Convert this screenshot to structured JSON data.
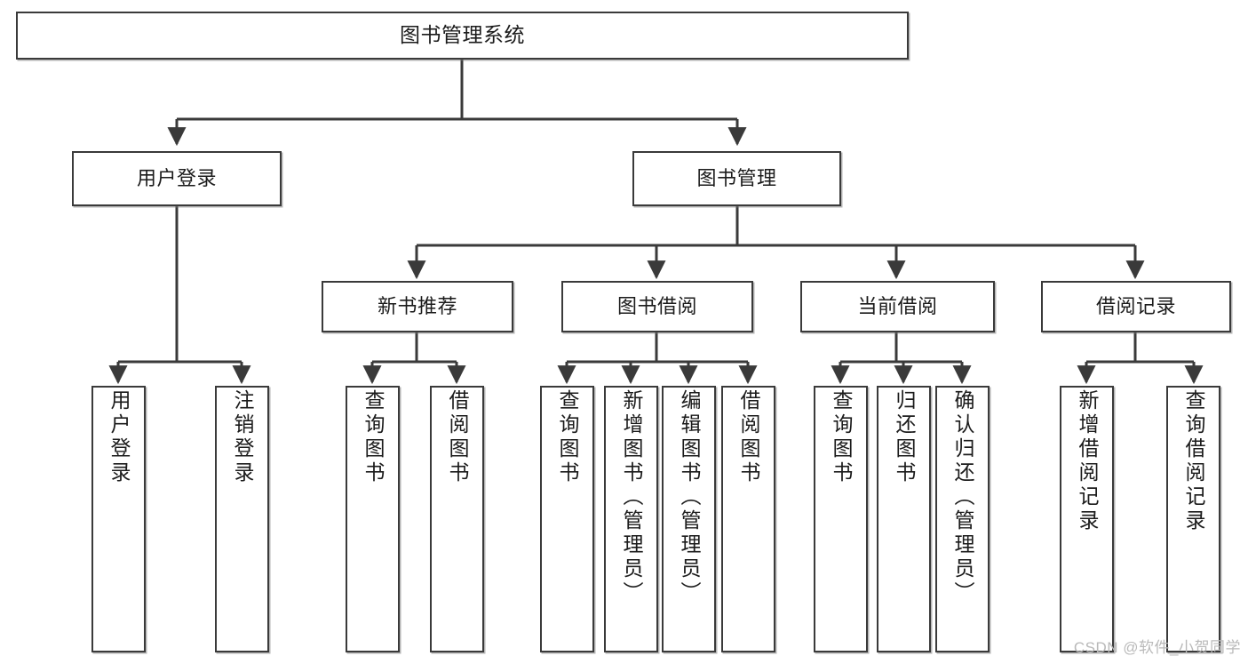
{
  "diagram": {
    "type": "tree-hierarchy",
    "title": "图书管理系统",
    "watermark": "CSDN @软件_小贺同学",
    "colors": {
      "box_border": "#3a3a3a",
      "box_fill": "#ffffff",
      "connector": "#3a3a3a",
      "text": "#1b1b1b",
      "watermark": "#b9b9b9"
    },
    "nodes": {
      "root": {
        "label": "图书管理系统"
      },
      "level2": [
        {
          "id": "user-login",
          "label": "用户登录"
        },
        {
          "id": "book-management",
          "label": "图书管理"
        }
      ],
      "level3": [
        {
          "id": "new-book-recommend",
          "label": "新书推荐"
        },
        {
          "id": "book-borrow",
          "label": "图书借阅"
        },
        {
          "id": "current-borrow",
          "label": "当前借阅"
        },
        {
          "id": "borrow-record",
          "label": "借阅记录"
        }
      ],
      "leaves": {
        "user_login": [
          {
            "id": "leaf-user-login",
            "label": "用户登录"
          },
          {
            "id": "leaf-logout",
            "label": "注销登录"
          }
        ],
        "new_book_recommend": [
          {
            "id": "leaf-query-book-1",
            "label": "查询图书"
          },
          {
            "id": "leaf-borrow-book-1",
            "label": "借阅图书"
          }
        ],
        "book_borrow": [
          {
            "id": "leaf-query-book-2",
            "label": "查询图书"
          },
          {
            "id": "leaf-add-book",
            "label": "新增图书（管理员）"
          },
          {
            "id": "leaf-edit-book",
            "label": "编辑图书（管理员）"
          },
          {
            "id": "leaf-borrow-book-2",
            "label": "借阅图书"
          }
        ],
        "current_borrow": [
          {
            "id": "leaf-query-book-3",
            "label": "查询图书"
          },
          {
            "id": "leaf-return-book",
            "label": "归还图书"
          },
          {
            "id": "leaf-confirm-return",
            "label": "确认归还（管理员）"
          }
        ],
        "borrow_record": [
          {
            "id": "leaf-add-record",
            "label": "新增借阅记录"
          },
          {
            "id": "leaf-query-record",
            "label": "查询借阅记录"
          }
        ]
      }
    }
  }
}
